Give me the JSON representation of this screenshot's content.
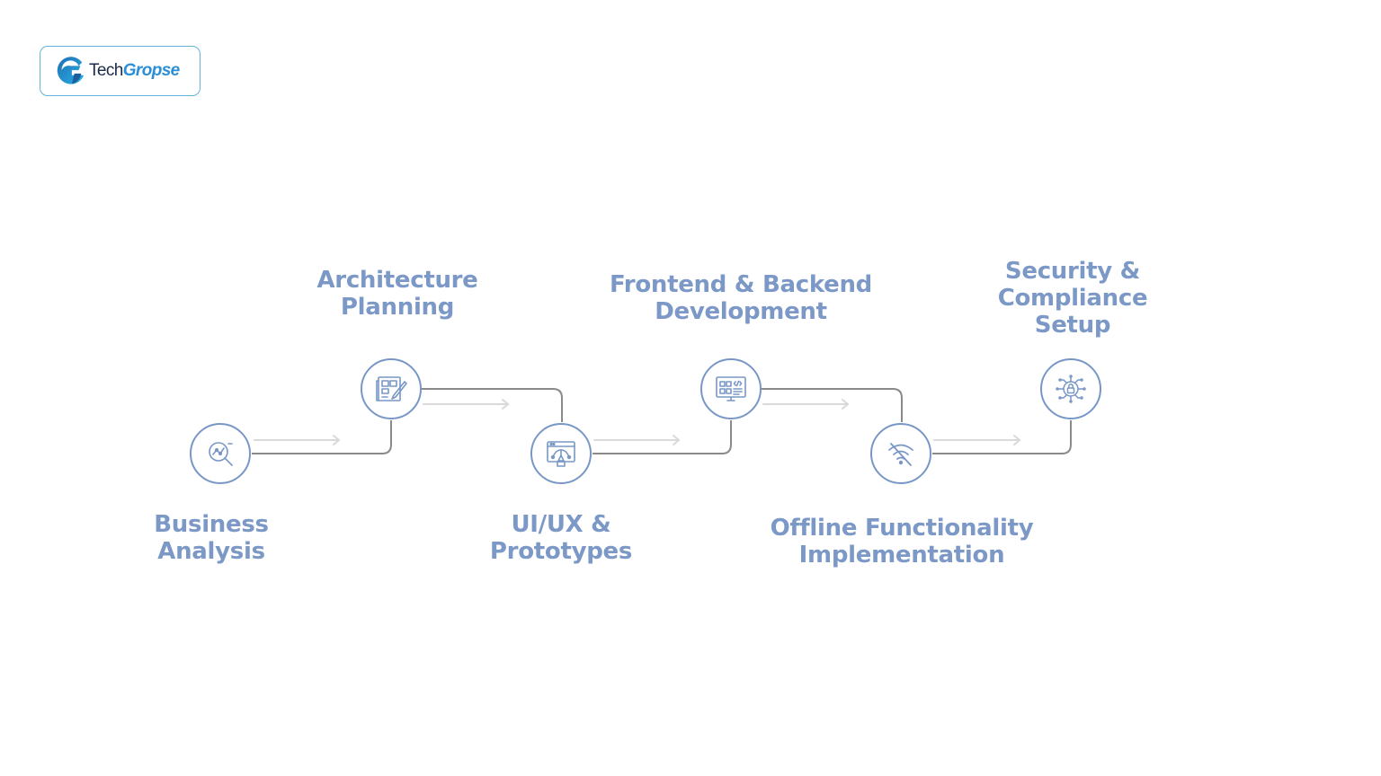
{
  "logo": {
    "text_part1": "Tech",
    "text_part2": "Gropse"
  },
  "colors": {
    "accent": "#7b98c7",
    "connector": "#8a8a8a",
    "arrow": "#d9d9d9",
    "logo_border": "#63b3dd",
    "logo_blue": "#2a8fd6"
  },
  "steps": [
    {
      "lines": [
        "Business",
        "Analysis"
      ],
      "icon": "analysis-magnifier-icon"
    },
    {
      "lines": [
        "Architecture",
        "Planning"
      ],
      "icon": "blueprint-icon"
    },
    {
      "lines": [
        "UI/UX &",
        "Prototypes"
      ],
      "icon": "prototype-design-icon"
    },
    {
      "lines": [
        "Frontend & Backend",
        "Development"
      ],
      "icon": "monitor-code-icon"
    },
    {
      "lines": [
        "Offline Functionality",
        "Implementation"
      ],
      "icon": "wifi-off-icon"
    },
    {
      "lines": [
        "Security &",
        "Compliance",
        "Setup"
      ],
      "icon": "security-lock-circuit-icon"
    }
  ]
}
